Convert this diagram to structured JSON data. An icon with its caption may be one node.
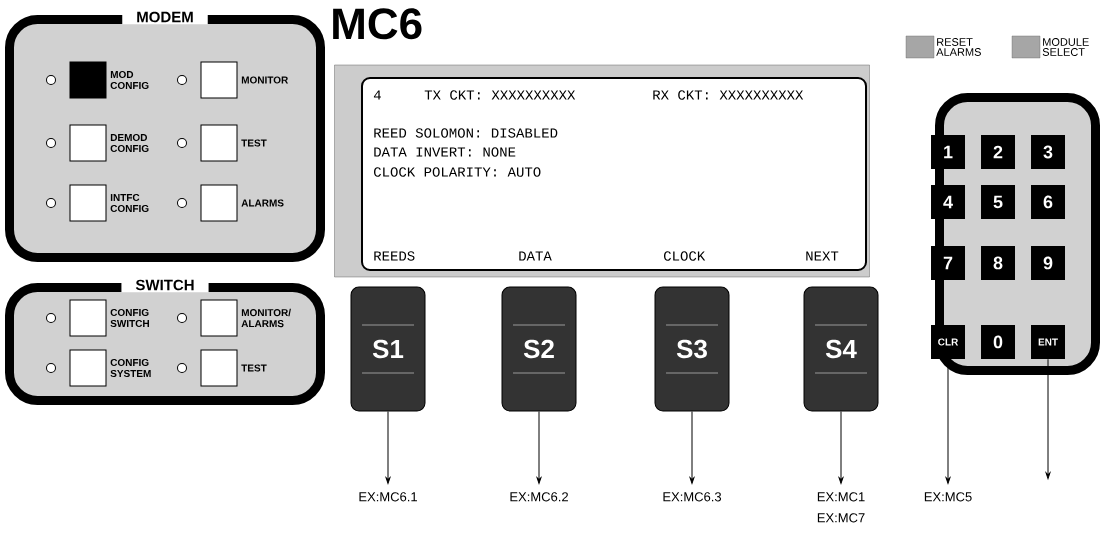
{
  "diagram": {
    "title": "MC6",
    "nodes": [
      {
        "text": [
          "MODEM"
        ]
      },
      {
        "text": [],
        "shape": "box",
        "beside": [
          "MOD CONFIG"
        ],
        "in": 0
      },
      {
        "text": [],
        "shape": "box",
        "beside": [
          "MONITOR"
        ],
        "in": 0
      },
      {
        "text": [],
        "shape": "box",
        "beside": [
          "DEMOD CONFIG"
        ],
        "in": 0
      },
      {
        "text": [],
        "shape": "box",
        "beside": [
          "TEST"
        ],
        "in": 0
      },
      {
        "text": [],
        "shape": "box",
        "beside": [
          "INTFC CONFIG"
        ],
        "in": 0
      },
      {
        "text": [],
        "shape": "box",
        "beside": [
          "ALARMS"
        ],
        "in": 0
      },
      {
        "text": [
          "SWITCH"
        ]
      },
      {
        "text": [],
        "shape": "box",
        "beside": [
          "CONFIG SWITCH"
        ],
        "in": 7
      },
      {
        "text": [],
        "shape": "box",
        "beside": [
          "MONITOR/ ALARMS"
        ],
        "in": 7
      },
      {
        "text": [],
        "shape": "box",
        "beside": [
          "CONFIG SYSTEM"
        ],
        "in": 7
      },
      {
        "text": [],
        "shape": "box",
        "beside": [
          "TEST"
        ],
        "in": 7
      },
      {
        "text": [
          "4",
          "TX CKT: XXXXXXXXXX",
          "RX CKT: XXXXXXXXXX",
          "REED SOLOMON:  DISABLED",
          "DATA INVERT:  NONE",
          "CLOCK POLARITY: AUTO",
          "REEDS",
          "DATA",
          "CLOCK",
          "NEXT"
        ]
      },
      {
        "text": [
          "S1"
        ]
      },
      {
        "text": [
          "S2"
        ]
      },
      {
        "text": [
          "S3"
        ]
      },
      {
        "text": [
          "S4"
        ]
      },
      {
        "text": [],
        "shape": "box"
      },
      {
        "text": [
          "1"
        ],
        "in": 17
      },
      {
        "text": [
          "2"
        ],
        "in": 17
      },
      {
        "text": [
          "3"
        ],
        "in": 17
      },
      {
        "text": [
          "4"
        ],
        "in": 17
      },
      {
        "text": [
          "5"
        ],
        "in": 17
      },
      {
        "text": [
          "6"
        ],
        "in": 17
      },
      {
        "text": [
          "7"
        ],
        "in": 17
      },
      {
        "text": [
          "8"
        ],
        "in": 17
      },
      {
        "text": [
          "9"
        ],
        "in": 17
      },
      {
        "text": [
          "CLR"
        ],
        "in": 17
      },
      {
        "text": [
          "0"
        ],
        "in": 17
      },
      {
        "text": [
          "ENT"
        ],
        "in": 17
      },
      {
        "text": [],
        "shape": "box",
        "beside": [
          "RESET ALARMS"
        ]
      },
      {
        "text": [],
        "shape": "box",
        "beside": [
          "MODULE SELECT"
        ]
      },
      {
        "text": [
          "EX:MC6.1"
        ]
      },
      {
        "text": [
          "EX:MC6.2"
        ]
      },
      {
        "text": [
          "EX:MC6.3"
        ]
      },
      {
        "text": [
          "EX:MC1",
          "EX:MC7"
        ]
      },
      {
        "text": [
          "EX:MC5"
        ]
      }
    ],
    "edges": [
      {
        "from": 13,
        "to": 32,
        "arrow": "to"
      },
      {
        "from": 14,
        "to": 33,
        "arrow": "to"
      },
      {
        "from": 15,
        "to": 34,
        "arrow": "to"
      },
      {
        "from": 16,
        "to": 35,
        "arrow": "to"
      },
      {
        "from": 27,
        "to": 36,
        "arrow": "to"
      },
      {
        "from": 29,
        "to": null,
        "arrow": "to"
      }
    ]
  }
}
